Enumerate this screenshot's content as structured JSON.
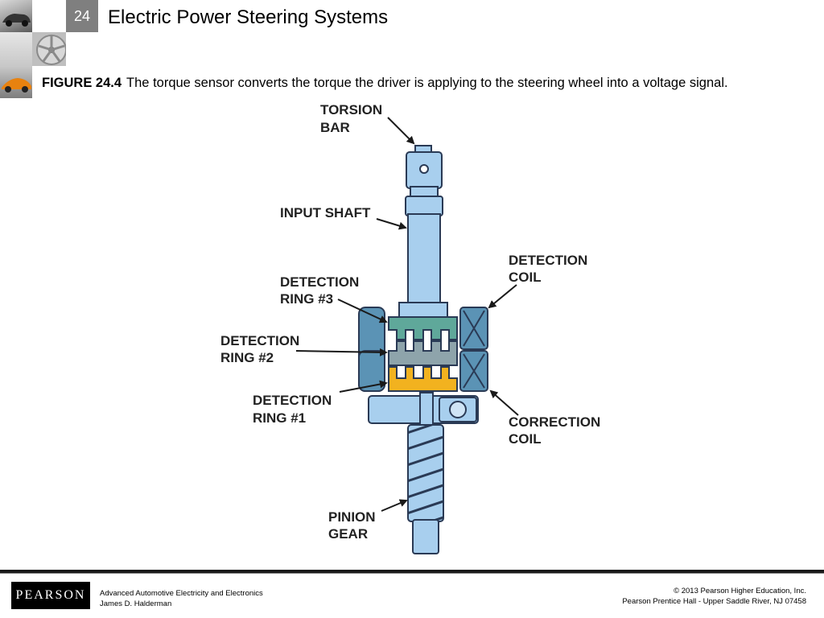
{
  "header": {
    "chapter_number": "24",
    "title": "Electric Power Steering Systems"
  },
  "caption": {
    "figure_label": "FIGURE 24.4",
    "text": "The torque sensor converts the torque the driver is applying to the steering wheel into a voltage signal."
  },
  "diagram": {
    "labels": {
      "torsion_bar": [
        "TORSION",
        "BAR"
      ],
      "input_shaft": "INPUT SHAFT",
      "detection_ring_3": [
        "DETECTION",
        "RING #3"
      ],
      "detection_ring_2": [
        "DETECTION",
        "RING #2"
      ],
      "detection_ring_1": [
        "DETECTION",
        "RING #1"
      ],
      "detection_coil": [
        "DETECTION",
        "COIL"
      ],
      "correction_coil": [
        "CORRECTION",
        "COIL"
      ],
      "pinion_gear": [
        "PINION",
        "GEAR"
      ]
    },
    "colors": {
      "shaft": "#a8cfee",
      "outline": "#2a3a55",
      "coil": "#5b93b5",
      "ring3": "#5fa89a",
      "ring2": "#8ea4ab",
      "ring1": "#f2b21f"
    }
  },
  "footer": {
    "logo": "PEARSON",
    "book_title": "Advanced Automotive Electricity and Electronics",
    "author": "James D. Halderman",
    "copyright": "© 2013  Pearson Higher Education, Inc.",
    "publisher": "Pearson Prentice Hall - Upper Saddle River, NJ 07458"
  }
}
